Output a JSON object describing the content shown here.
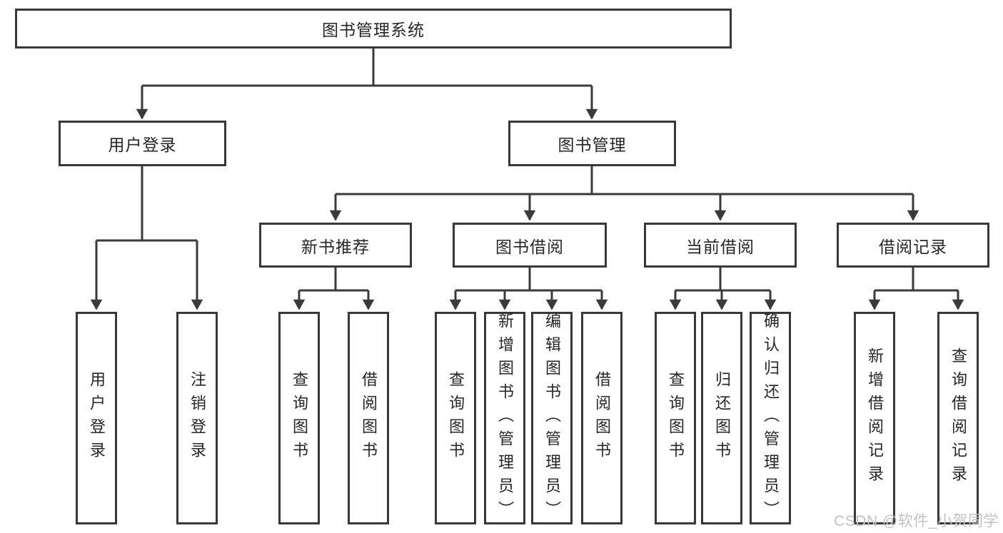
{
  "diagram": {
    "title": "library-management-system-structure",
    "root": "图书管理系统",
    "level2": [
      "用户登录",
      "图书管理"
    ],
    "level3": [
      "新书推荐",
      "图书借阅",
      "当前借阅",
      "借阅记录"
    ],
    "leaves": [
      "用户登录",
      "注销登录",
      "查询图书",
      "借阅图书",
      "查询图书",
      "新增图书（管理员）",
      "编辑图书（管理员）",
      "借阅图书",
      "查询图书",
      "归还图书",
      "确认归还（管理员）",
      "新增借阅记录",
      "查询借阅记录"
    ]
  },
  "watermark": {
    "text": "CSDN @软件_小贺同学"
  },
  "colors": {
    "line": "#3a3a3a",
    "border": "#383838",
    "text": "#262626",
    "box_background": "#ffffff",
    "page_background": "#ffffff",
    "watermark": "#c2c1c6"
  }
}
